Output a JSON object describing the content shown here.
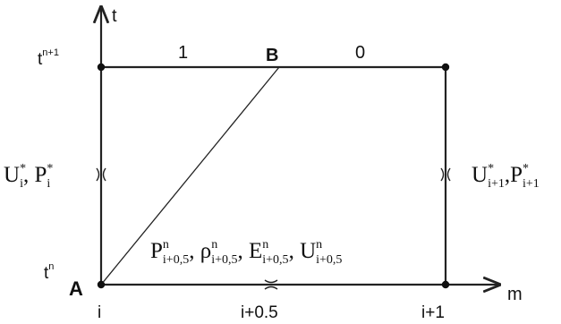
{
  "axes": {
    "t_label": "t",
    "m_label": "m"
  },
  "time_levels": {
    "top": {
      "base": "t",
      "sup": "n+1"
    },
    "bottom": {
      "base": "t",
      "sup": "n"
    }
  },
  "points": {
    "a": "A",
    "b": "B"
  },
  "top_edge": {
    "left_value": "1",
    "right_value": "0"
  },
  "x_ticks": {
    "i": "i",
    "i_half": "i+0.5",
    "i_plus_1": "i+1"
  },
  "left_side": {
    "u": {
      "base": "U",
      "sup": "*",
      "sub": "i"
    },
    "sep": ",",
    "p": {
      "base": "P",
      "sup": "*",
      "sub": "i"
    }
  },
  "right_side": {
    "u": {
      "base": "U",
      "sup": "*",
      "sub": "i+1"
    },
    "sep": ",",
    "p": {
      "base": "P",
      "sup": "*",
      "sub": "i+1"
    }
  },
  "cell_values": [
    {
      "base": "P",
      "sup": "n",
      "sub": "i+0,5",
      "sep": ","
    },
    {
      "base": "ρ",
      "sup": "n",
      "sub": "i+0,5",
      "sep": ","
    },
    {
      "base": "E",
      "sup": "n",
      "sub": "i+0,5",
      "sep": ","
    },
    {
      "base": "U",
      "sup": "n",
      "sub": "i+0,5",
      "sep": ""
    }
  ],
  "colors": {
    "line": "#222222",
    "text": "#111111"
  }
}
